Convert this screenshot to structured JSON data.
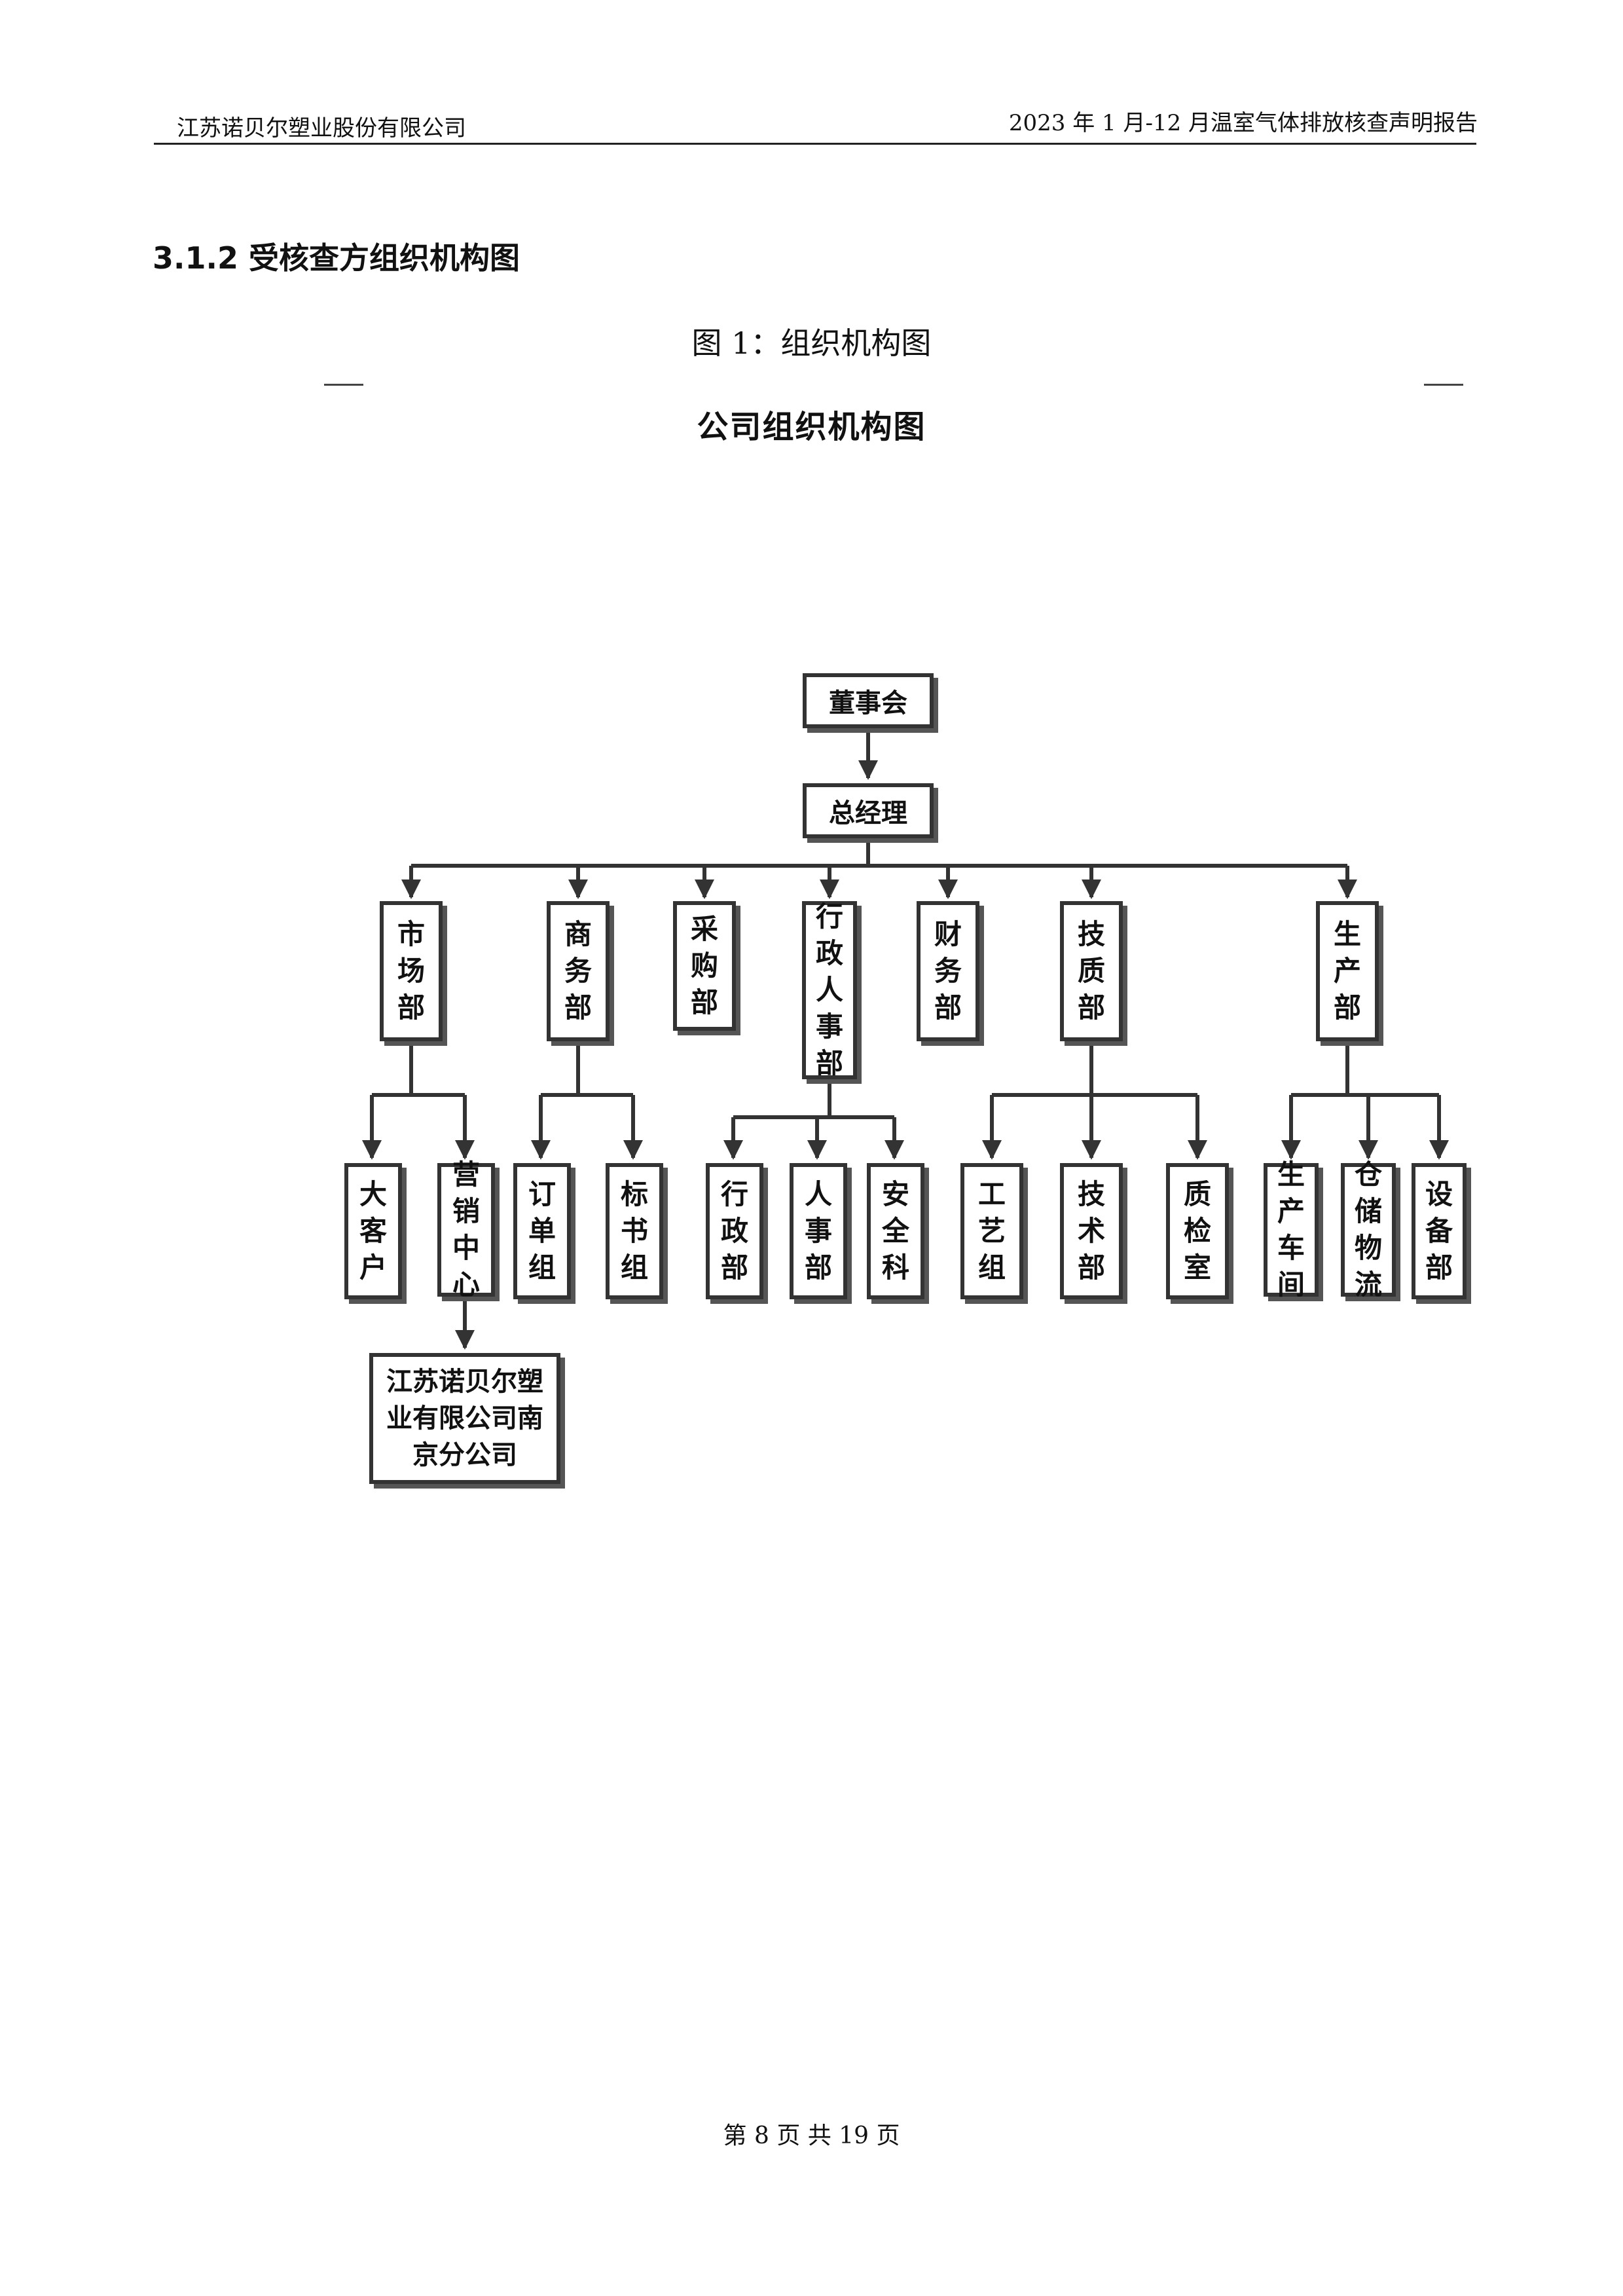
{
  "header": {
    "company": "江苏诺贝尔塑业股份有限公司",
    "report_title": "2023 年 1 月-12 月温室气体排放核查声明报告"
  },
  "section_title": "3.1.2 受核查方组织机构图",
  "figure_caption": "图 1：组织机构图",
  "chart_title": "公司组织机构图",
  "org": {
    "board": "董事会",
    "gm": "总经理",
    "departments": [
      {
        "name": "市场部",
        "children": [
          "大客户",
          "营销中心"
        ]
      },
      {
        "name": "商务部",
        "children": [
          "订单组",
          "标书组"
        ]
      },
      {
        "name": "采购部",
        "children": []
      },
      {
        "name": "行政人事部",
        "children": [
          "行政部",
          "人事部",
          "安全科"
        ]
      },
      {
        "name": "财务部",
        "children": []
      },
      {
        "name": "技质部",
        "children": [
          "工艺组",
          "技术部",
          "质检室"
        ]
      },
      {
        "name": "生产部",
        "children": [
          "生产车间",
          "仓储物流",
          "设备部"
        ]
      }
    ],
    "branch": "江苏诺贝尔塑业有限公司南京分公司"
  },
  "footer": "第 8 页 共 19 页"
}
